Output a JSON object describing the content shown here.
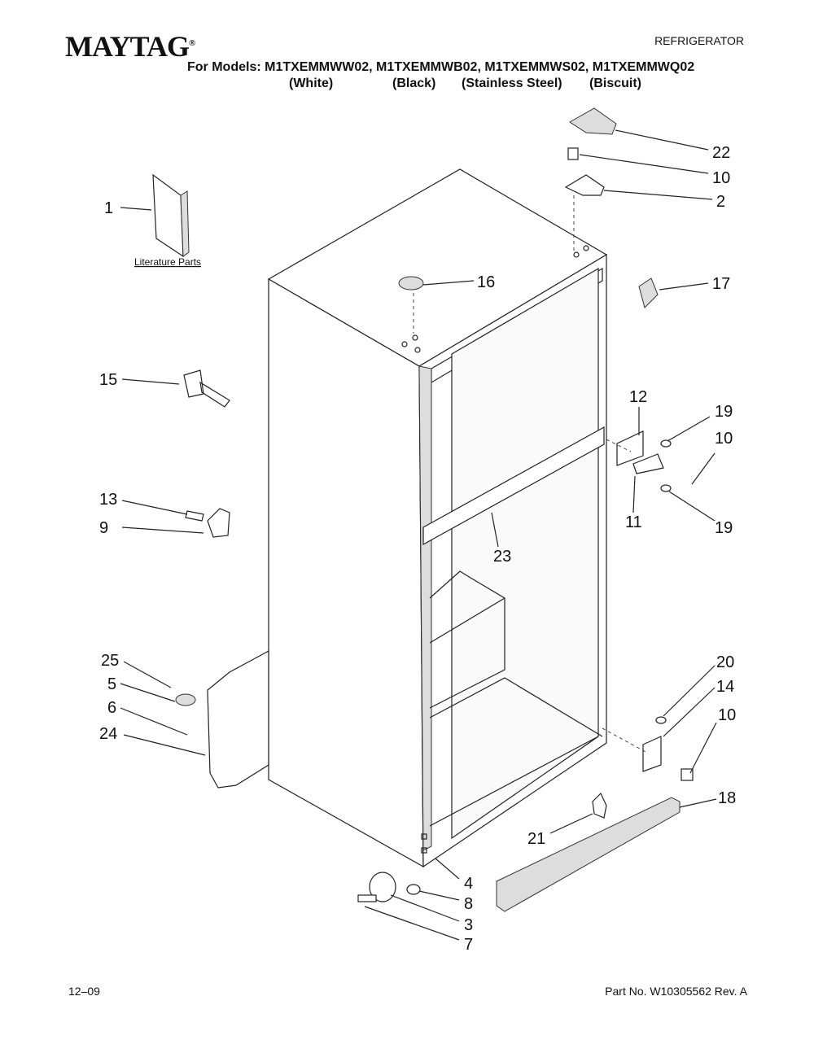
{
  "header": {
    "brand": "MAYTAG",
    "brand_mark": "®",
    "doc_type": "REFRIGERATOR",
    "models_line": "For Models: M1TXEMMWW02, M1TXEMMWB02, M1TXEMMWS02, M1TXEMMWQ02",
    "variants": [
      "(White)",
      "(Black)",
      "(Stainless Steel)",
      "(Biscuit)"
    ]
  },
  "diagram": {
    "literature_label": "Literature Parts",
    "callouts": [
      {
        "id": "c22",
        "label": "22"
      },
      {
        "id": "c10a",
        "label": "10"
      },
      {
        "id": "c2",
        "label": "2"
      },
      {
        "id": "c1",
        "label": "1"
      },
      {
        "id": "c16",
        "label": "16"
      },
      {
        "id": "c17",
        "label": "17"
      },
      {
        "id": "c15",
        "label": "15"
      },
      {
        "id": "c12",
        "label": "12"
      },
      {
        "id": "c19a",
        "label": "19"
      },
      {
        "id": "c10b",
        "label": "10"
      },
      {
        "id": "c11",
        "label": "11"
      },
      {
        "id": "c19b",
        "label": "19"
      },
      {
        "id": "c13",
        "label": "13"
      },
      {
        "id": "c9",
        "label": "9"
      },
      {
        "id": "c23",
        "label": "23"
      },
      {
        "id": "c25",
        "label": "25"
      },
      {
        "id": "c5",
        "label": "5"
      },
      {
        "id": "c6",
        "label": "6"
      },
      {
        "id": "c24",
        "label": "24"
      },
      {
        "id": "c20",
        "label": "20"
      },
      {
        "id": "c14",
        "label": "14"
      },
      {
        "id": "c10c",
        "label": "10"
      },
      {
        "id": "c18",
        "label": "18"
      },
      {
        "id": "c21",
        "label": "21"
      },
      {
        "id": "c4",
        "label": "4"
      },
      {
        "id": "c8",
        "label": "8"
      },
      {
        "id": "c3",
        "label": "3"
      },
      {
        "id": "c7",
        "label": "7"
      }
    ]
  },
  "footer": {
    "date": "12–09",
    "part_number": "Part No. W10305562 Rev. A"
  }
}
